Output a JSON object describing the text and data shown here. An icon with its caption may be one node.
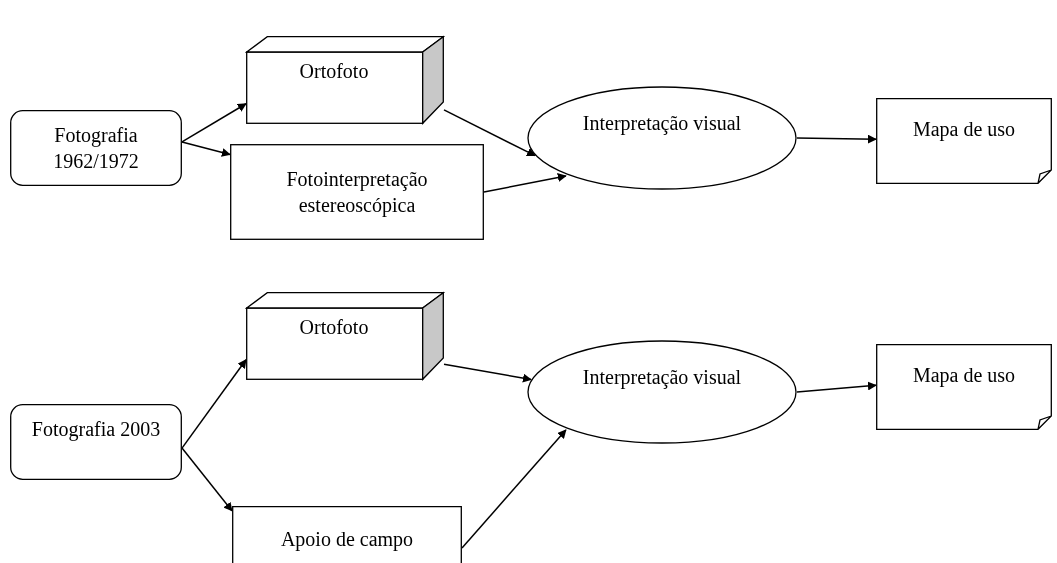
{
  "diagram": {
    "nodes": [
      {
        "text": [
          "Fotografia 1962/1972"
        ]
      },
      {
        "text": [
          "Ortofoto"
        ]
      },
      {
        "text": [
          "Fotointerpretação estereoscópica"
        ]
      },
      {
        "text": [
          "Interpretação visual"
        ]
      },
      {
        "text": [
          "Mapa de uso"
        ]
      },
      {
        "text": [
          "Fotografia 2003"
        ]
      },
      {
        "text": [
          "Ortofoto"
        ]
      },
      {
        "text": [
          "Apoio de campo"
        ]
      },
      {
        "text": [
          "Interpretação visual"
        ]
      },
      {
        "text": [
          "Mapa de uso"
        ]
      }
    ],
    "edges": [
      {
        "from": 0,
        "to": 1,
        "arrow": "to"
      },
      {
        "from": 0,
        "to": 2,
        "arrow": "to"
      },
      {
        "from": 1,
        "to": 3,
        "arrow": "to"
      },
      {
        "from": 2,
        "to": 3,
        "arrow": "to"
      },
      {
        "from": 3,
        "to": 4,
        "arrow": "to"
      },
      {
        "from": 5,
        "to": 6,
        "arrow": "to"
      },
      {
        "from": 5,
        "to": 7,
        "arrow": "to"
      },
      {
        "from": 6,
        "to": 8,
        "arrow": "to"
      },
      {
        "from": 7,
        "to": 8,
        "arrow": "to"
      },
      {
        "from": 8,
        "to": 9,
        "arrow": "to"
      }
    ]
  }
}
